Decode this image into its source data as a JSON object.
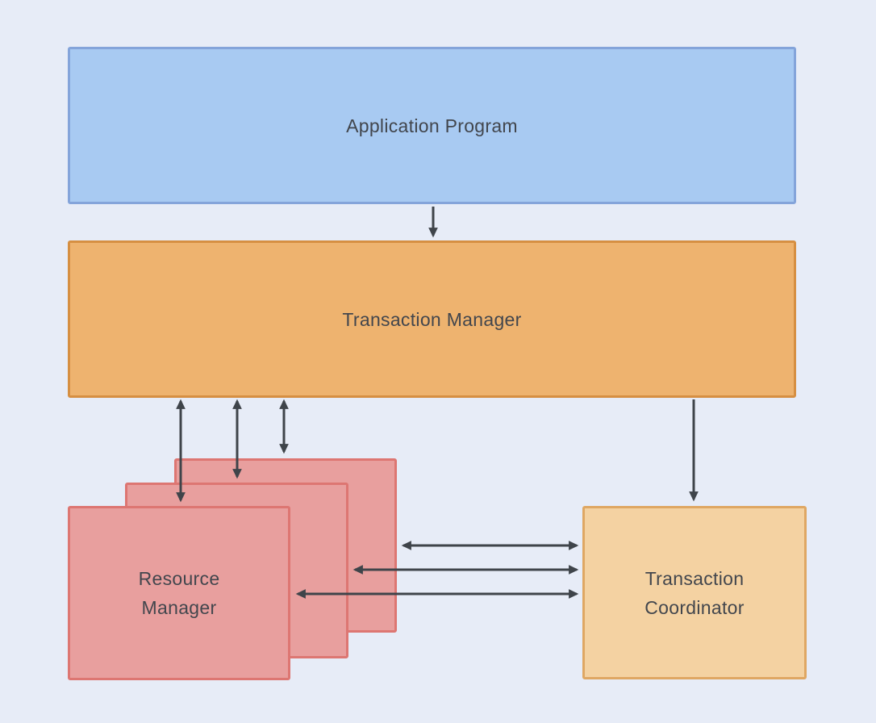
{
  "diagram": {
    "type": "architecture-block-diagram",
    "background_color": "#e7ecf7",
    "arrow_color": "#3f444a",
    "text_color": "#42464d",
    "nodes": {
      "application_program": {
        "label": "Application Program",
        "fill": "#a8caf2",
        "border": "#84a4da"
      },
      "transaction_manager": {
        "label": "Transaction Manager",
        "fill": "#eeb36f",
        "border": "#d68f42"
      },
      "resource_manager": {
        "label": "Resource Manager",
        "lines": [
          "Resource",
          "Manager"
        ],
        "fill": "#e89f9e",
        "border": "#dd7672",
        "stack_count": 3
      },
      "transaction_coordinator": {
        "label": "Transaction Coordinator",
        "lines": [
          "Transaction",
          "Coordinator"
        ],
        "fill": "#f4d2a2",
        "border": "#dfa763"
      }
    },
    "edges": [
      {
        "from": "application_program",
        "to": "transaction_manager",
        "direction": "one-way-down"
      },
      {
        "from": "transaction_manager",
        "to": "resource_manager_front",
        "direction": "bidirectional"
      },
      {
        "from": "transaction_manager",
        "to": "resource_manager_middle",
        "direction": "bidirectional"
      },
      {
        "from": "transaction_manager",
        "to": "resource_manager_back",
        "direction": "bidirectional"
      },
      {
        "from": "transaction_manager",
        "to": "transaction_coordinator",
        "direction": "one-way-down"
      },
      {
        "from": "resource_manager_back",
        "to": "transaction_coordinator",
        "direction": "bidirectional"
      },
      {
        "from": "resource_manager_middle",
        "to": "transaction_coordinator",
        "direction": "bidirectional"
      },
      {
        "from": "resource_manager_front",
        "to": "transaction_coordinator",
        "direction": "bidirectional"
      }
    ]
  }
}
